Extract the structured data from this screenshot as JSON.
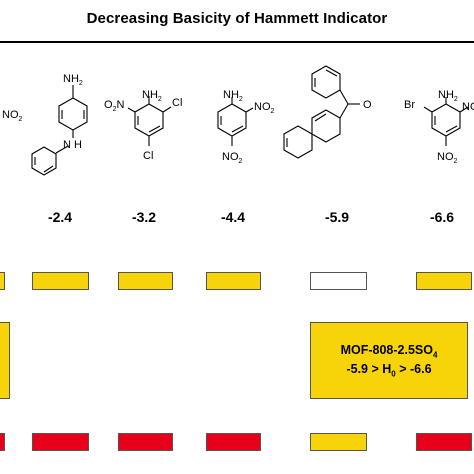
{
  "title": "Decreasing Basicity of Hammett Indicator",
  "colors": {
    "yellow": "#f7d40a",
    "red": "#e8001b",
    "white": "#ffffff",
    "border": "#555555"
  },
  "values": [
    "-2.4",
    "-3.2",
    "-4.4",
    "-5.9",
    "-6.6"
  ],
  "labels": {
    "no2": "NO",
    "nh2": "NH",
    "nh": "N H",
    "o2n": "O",
    "n2": "N",
    "cl": "Cl",
    "o": "O",
    "br": "Br",
    "sub2": "2"
  },
  "mof": {
    "line1": "MOF-808-2.5SO",
    "line1_sub": "4",
    "line2": "-5.9 > H",
    "line2_sub": "0",
    "line2_end": " > -6.6"
  },
  "rows": {
    "row1": [
      "yellow",
      "yellow",
      "yellow",
      "yellow",
      "white",
      "yellow"
    ],
    "row3": [
      "red",
      "red",
      "red",
      "red",
      "yellow",
      "red"
    ]
  }
}
